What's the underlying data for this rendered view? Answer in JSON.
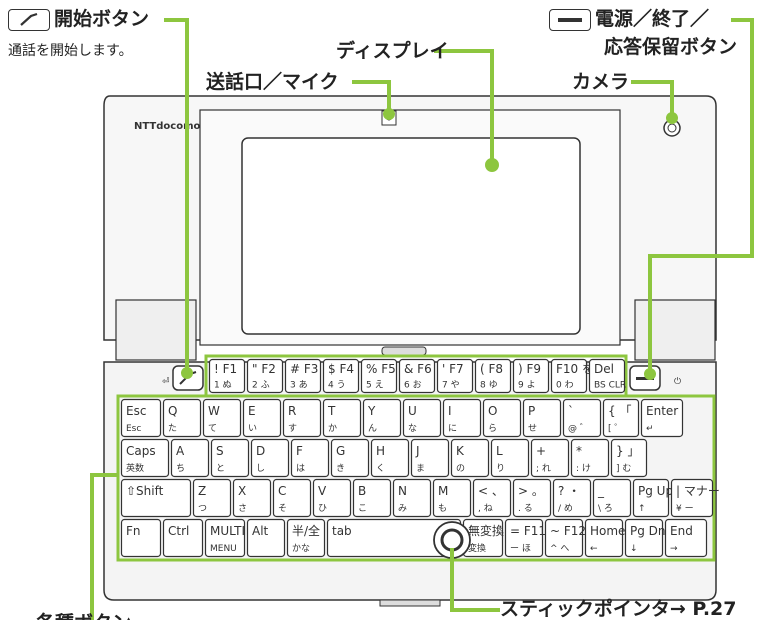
{
  "callouts": {
    "start_button": {
      "title": "開始ボタン",
      "desc": "通話を開始します。"
    },
    "power_button": {
      "line1": "電源／終了／",
      "line2": "応答保留ボタン"
    },
    "display": "ディスプレイ",
    "mic": "送話口／マイク",
    "camera": "カメラ",
    "stick_pointer": "スティックポインタ→ P.27",
    "cut_off_label": "各種ボタン"
  },
  "device": {
    "brand": "NTTdocomo"
  },
  "keyboard": {
    "row1": [
      {
        "top": "!  F1",
        "bottom": "1 ぬ"
      },
      {
        "top": "\"  F2",
        "bottom": "2 ふ"
      },
      {
        "top": "#  F3",
        "bottom": "3 あ"
      },
      {
        "top": "$  F4",
        "bottom": "4 う"
      },
      {
        "top": "%  F5",
        "bottom": "5 え"
      },
      {
        "top": "&  F6",
        "bottom": "6 お"
      },
      {
        "top": "'  F7",
        "bottom": "7 や"
      },
      {
        "top": "(  F8",
        "bottom": "8 ゆ"
      },
      {
        "top": ")  F9",
        "bottom": "9 よ"
      },
      {
        "top": "F10 を",
        "bottom": "0 わ"
      },
      {
        "top": "Del",
        "bottom": "BS CLR"
      }
    ],
    "row2": [
      {
        "top": "Esc",
        "bottom": "Esc"
      },
      {
        "top": "Q",
        "bottom": "た"
      },
      {
        "top": "W",
        "bottom": "て"
      },
      {
        "top": "E",
        "bottom": "い"
      },
      {
        "top": "R",
        "bottom": "す"
      },
      {
        "top": "T",
        "bottom": "か"
      },
      {
        "top": "Y",
        "bottom": "ん"
      },
      {
        "top": "U",
        "bottom": "な"
      },
      {
        "top": "I",
        "bottom": "に"
      },
      {
        "top": "O",
        "bottom": "ら"
      },
      {
        "top": "P",
        "bottom": "せ"
      },
      {
        "top": "`",
        "bottom": "@ ゛"
      },
      {
        "top": "{  「",
        "bottom": "[ ゜"
      },
      {
        "top": "Enter",
        "bottom": "↵"
      }
    ],
    "row3": [
      {
        "top": "Caps",
        "bottom": "英数"
      },
      {
        "top": "A",
        "bottom": "ち"
      },
      {
        "top": "S",
        "bottom": "と"
      },
      {
        "top": "D",
        "bottom": "し"
      },
      {
        "top": "F",
        "bottom": "は"
      },
      {
        "top": "G",
        "bottom": "き"
      },
      {
        "top": "H",
        "bottom": "く"
      },
      {
        "top": "J",
        "bottom": "ま"
      },
      {
        "top": "K",
        "bottom": "の"
      },
      {
        "top": "L",
        "bottom": "り"
      },
      {
        "top": "+",
        "bottom": "; れ"
      },
      {
        "top": "*",
        "bottom": ": け"
      },
      {
        "top": "}  」",
        "bottom": "] む"
      }
    ],
    "row4": [
      {
        "top": "⇧Shift",
        "bottom": ""
      },
      {
        "top": "Z",
        "bottom": "つ"
      },
      {
        "top": "X",
        "bottom": "さ"
      },
      {
        "top": "C",
        "bottom": "そ"
      },
      {
        "top": "V",
        "bottom": "ひ"
      },
      {
        "top": "B",
        "bottom": "こ"
      },
      {
        "top": "N",
        "bottom": "み"
      },
      {
        "top": "M",
        "bottom": "も"
      },
      {
        "top": "<  、",
        "bottom": ", ね"
      },
      {
        "top": ">  。",
        "bottom": ". る"
      },
      {
        "top": "?  ・",
        "bottom": "/ め"
      },
      {
        "top": "_",
        "bottom": "\\ ろ"
      },
      {
        "top": "Pg Up",
        "bottom": "↑"
      },
      {
        "top": "| マナー",
        "bottom": "¥ ー"
      }
    ],
    "row5": [
      {
        "top": "Fn",
        "bottom": ""
      },
      {
        "top": "Ctrl",
        "bottom": ""
      },
      {
        "top": "MULTI",
        "bottom": "MENU"
      },
      {
        "top": "Alt",
        "bottom": ""
      },
      {
        "top": "半/全",
        "bottom": "かな"
      },
      {
        "top": "tab",
        "bottom": ""
      },
      {
        "top": "無変換",
        "bottom": "変換"
      },
      {
        "top": "=  F11",
        "bottom": "ー ほ"
      },
      {
        "top": "~  F12",
        "bottom": "^ へ"
      },
      {
        "top": "Home",
        "bottom": "←"
      },
      {
        "top": "Pg Dn",
        "bottom": "↓"
      },
      {
        "top": "End",
        "bottom": "→"
      }
    ]
  },
  "colors": {
    "accent": "#8dc63f",
    "outline": "#333333",
    "keyfill": "#ffffff",
    "body": "#f4f4f4"
  }
}
